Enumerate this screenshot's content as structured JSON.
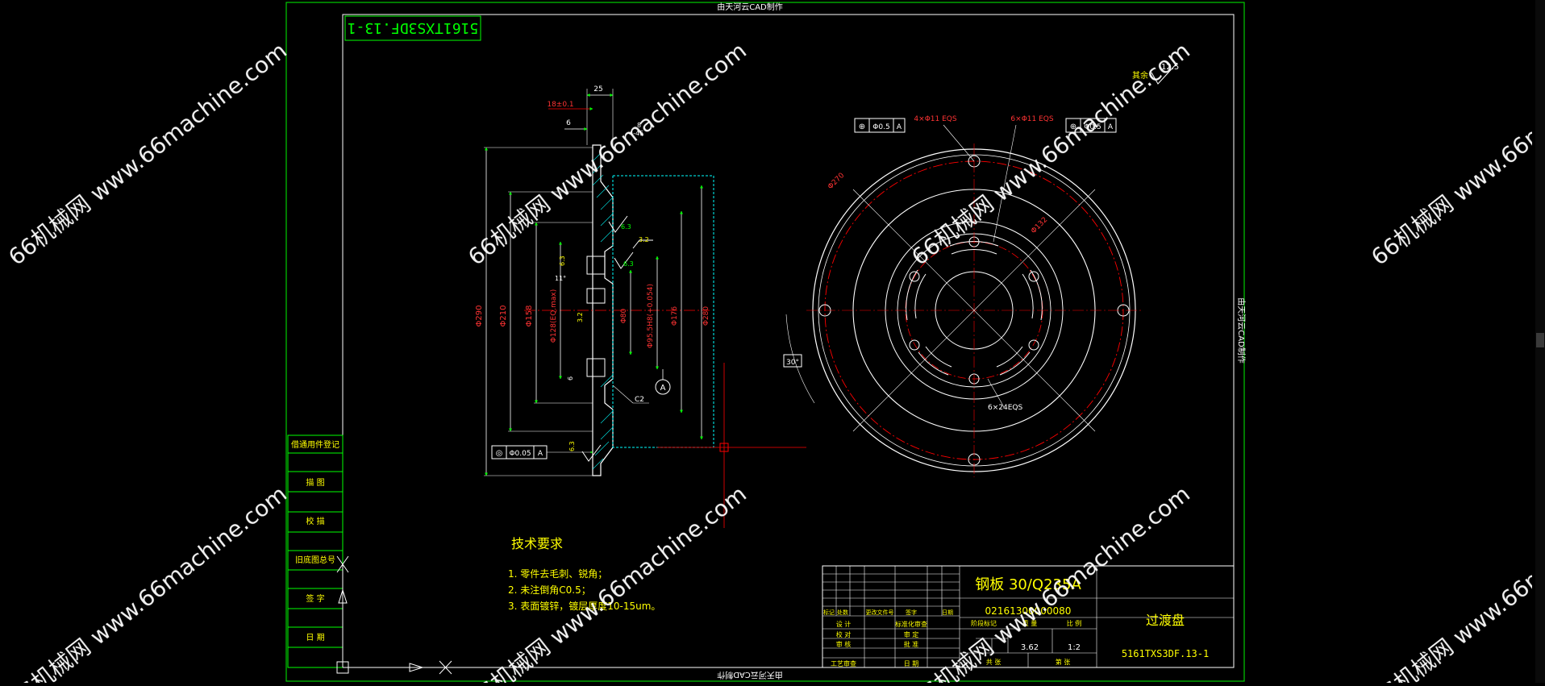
{
  "sheet": {
    "frame_caption_top": "由天河云CAD制作",
    "frame_caption_bottom": "由天河云CAD制作",
    "frame_caption_right": "由天河云CAD制作",
    "drawing_no_box": "5161TXS3DF.13-1",
    "surface_rest_label": "其余",
    "surface_rest_value": "12.5"
  },
  "side_panel": {
    "rows": [
      "借通用件登记",
      "描 图",
      "校 描",
      "旧底图总号",
      "签 字",
      "日 期"
    ]
  },
  "section_view": {
    "dims": {
      "top_width": "25",
      "d1": "18±0.1",
      "d2": "6",
      "d3": "8",
      "d4": "4-45",
      "dia290": "Φ290",
      "dia210": "Φ210",
      "dia158": "Φ158",
      "dia128": "Φ128(EQ.max)",
      "dia80": "Φ80",
      "dia955": "Φ95.5H8(+0.054)",
      "dia176": "Φ176",
      "dia280": "Φ280",
      "r1": "6.3",
      "r2": "6.3",
      "r3": "3.2",
      "r4": "6.3",
      "r5": "3.2",
      "r6": "6.3",
      "ang": "11°",
      "c2": "C2",
      "gap": "6",
      "datum": "A"
    },
    "tolerance": {
      "symbol": "◎",
      "value": "Φ0.05",
      "datum": "A"
    }
  },
  "front_view": {
    "tol_left": {
      "symbol": "⊕",
      "value": "Φ0.5",
      "datum": "A"
    },
    "tol_right": {
      "symbol": "⊕",
      "value": "Φ0.5",
      "datum": "A"
    },
    "note_holes_a": "4×Φ11 EQS",
    "note_holes_b": "6×Φ11 EQS",
    "dia270": "Φ270",
    "dia132": "Φ132",
    "angle": "30°",
    "slots": "6×24EQS"
  },
  "tech_req": {
    "title": "技术要求",
    "items": [
      "1. 零件去毛刺、锐角；",
      "2. 未注倒角C0.5；",
      "3. 表面镀锌，镀层厚度10-15um。"
    ]
  },
  "title_block": {
    "material": "钢板 30/Q235A",
    "code": "02161300000080",
    "part_name": "过渡盘",
    "drawing_no": "5161TXS3DF.13-1",
    "mass": "3.62",
    "scale": "1:2",
    "h_mark": "标记",
    "h_count": "处数",
    "h_file": "更改文件号",
    "h_sign": "签字",
    "h_date": "日期",
    "r_design": "设 计",
    "r_std": "标准化审查",
    "r_check": "校 对",
    "r_review": "审 定",
    "r_audit": "审 核",
    "r_approve": "批 准",
    "r_process": "工艺审查",
    "r_stage": "阶段标记",
    "r_mass": "重 量",
    "r_scale": "比 例",
    "r_sheet_total": "共 张",
    "r_sheet": "第 张",
    "r_date": "日 期"
  },
  "watermarks": [
    "66机械网 www.66machine.com"
  ]
}
